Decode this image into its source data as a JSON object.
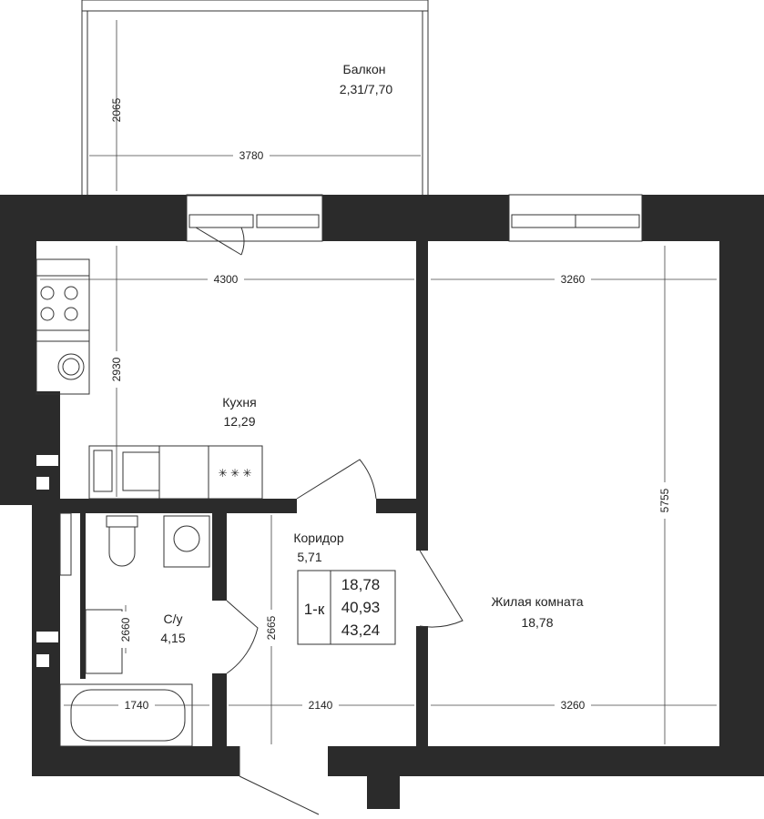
{
  "rooms": {
    "balcony": {
      "name": "Балкон",
      "area": "2,31/7,70"
    },
    "kitchen": {
      "name": "Кухня",
      "area": "12,29"
    },
    "corridor": {
      "name": "Коридор",
      "area": "5,71"
    },
    "bathroom": {
      "name": "С/у",
      "area": "4,15"
    },
    "living": {
      "name": "Жилая комната",
      "area": "18,78"
    }
  },
  "summary": {
    "type": "1-к",
    "living_area": "18,78",
    "total_area": "40,93",
    "total_with_balcony": "43,24"
  },
  "dimensions": {
    "balcony_height": "2065",
    "balcony_width": "3780",
    "kitchen_width": "4300",
    "kitchen_depth": "2930",
    "living_width_top": "3260",
    "living_height": "5755",
    "corridor_height": "2665",
    "bath_height": "2660",
    "bath_width": "1740",
    "corridor_width": "2140",
    "living_width_bottom": "3260"
  },
  "stove_symbol": "✳ ✳ ✳"
}
